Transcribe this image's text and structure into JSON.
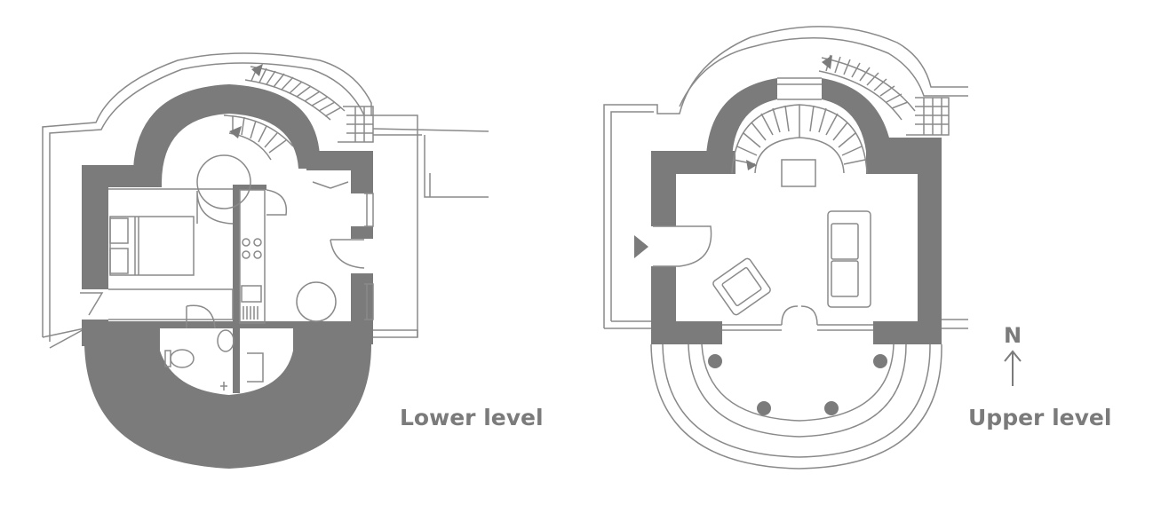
{
  "labels": {
    "lower": "Lower level",
    "upper": "Upper level",
    "north": "N"
  },
  "colors": {
    "wall": "#7b7b7c",
    "line": "#8a8a8b",
    "background": "#ffffff"
  },
  "icons": [
    "north-arrow-icon",
    "door-icon",
    "stair-icon",
    "bed-icon",
    "sofa-icon",
    "armchair-icon",
    "hob-icon",
    "toilet-icon",
    "column-icon"
  ]
}
